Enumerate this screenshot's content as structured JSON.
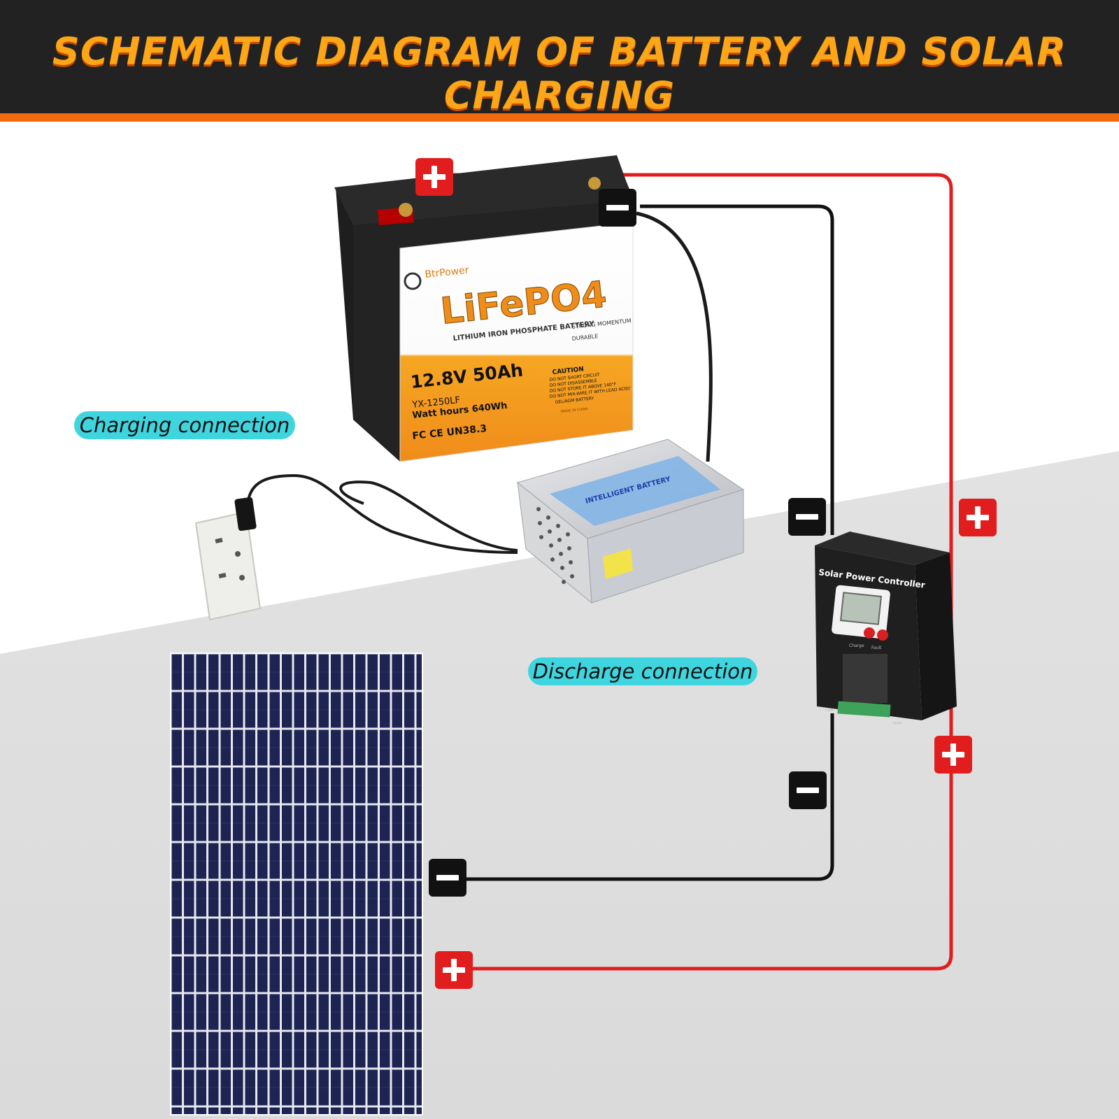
{
  "header": {
    "title": "SCHEMATIC DIAGRAM OF BATTERY AND SOLAR CHARGING"
  },
  "labels": {
    "charging_connection": "Charging connection",
    "discharge_connection": "Discharge connection"
  },
  "battery": {
    "brand": "BtrPower",
    "chemistry": "LiFePO4",
    "subtitle": "LITHIUM IRON PHOSPHATE BATTERY",
    "feature_1": "STRONG MOMENTUM",
    "feature_2": "DURABLE",
    "voltage": "12.8V",
    "capacity": "50Ah",
    "model": "YX-1250LF",
    "watt_hours": "Watt hours 640Wh",
    "certs": "FC CE UN38.3",
    "caution_title": "CAUTION",
    "caution_1": "DO NOT SHORT CIRCUIT",
    "caution_2": "DO NOT DISASSEMBLE",
    "caution_3": "DO NOT STORE IT ABOVE 140°F",
    "caution_4": "DO NOT MIX-WIRE IT WITH LEAD ACID/",
    "caution_5": "GEL/AGM BATTERY",
    "made_in": "MADE IN CHINA"
  },
  "charger": {
    "label": "INTELLIGENT BATTERY"
  },
  "controller": {
    "title": "Solar Power Controller",
    "charge_label": "Charge",
    "fault_label": "Fault",
    "com_label": "COM",
    "temp_label": "TEMP"
  },
  "colors": {
    "header_bg": "#222222",
    "accent_orange": "#f26a10",
    "title_orange": "#fda617",
    "pill_cyan": "#3fd5df",
    "positive_wire": "#e11d1d",
    "negative_wire": "#111111",
    "solar_cell": "#1d2452"
  },
  "icons": {
    "plus": "plus-icon",
    "minus": "minus-icon",
    "brand_logo": "power-logo-icon"
  }
}
